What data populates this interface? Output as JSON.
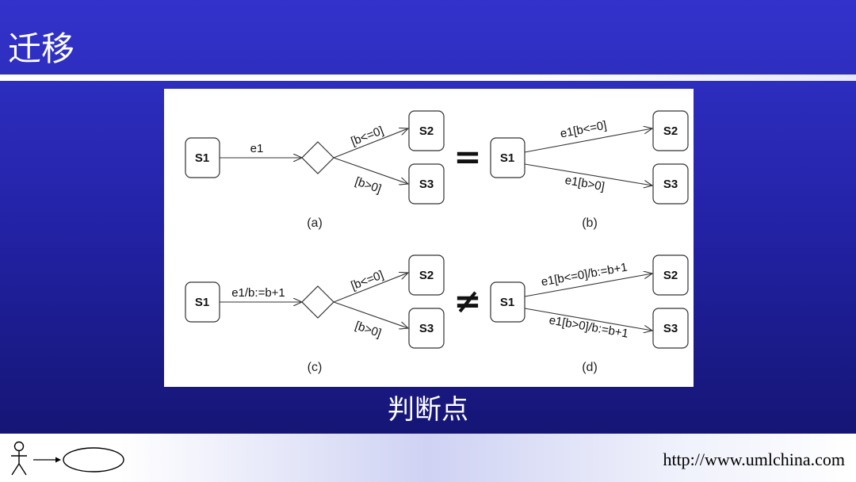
{
  "slide": {
    "title": "迁移",
    "caption": "判断点",
    "footer_url": "http://www.umlchina.com"
  },
  "diagram": {
    "states": {
      "s1": "S1",
      "s2": "S2",
      "s3": "S3"
    },
    "panels": {
      "a": {
        "label": "(a)",
        "trigger": "e1",
        "guard_upper": "[b<=0]",
        "guard_lower": "[b>0]"
      },
      "b": {
        "label": "(b)",
        "upper": "e1[b<=0]",
        "lower": "e1[b>0]"
      },
      "c": {
        "label": "(c)",
        "trigger": "e1/b:=b+1",
        "guard_upper": "[b<=0]",
        "guard_lower": "[b>0]"
      },
      "d": {
        "label": "(d)",
        "upper": "e1[b<=0]/b:=b+1",
        "lower": "e1[b>0]/b:=b+1"
      }
    },
    "relations": {
      "ab": "=",
      "cd": "≠"
    }
  },
  "colors": {
    "background": "#2a2ab8",
    "accent_line": "#ffffff",
    "text": "#ffffff"
  },
  "icons": [
    "actor-icon",
    "arrow-icon",
    "use-case-icon"
  ]
}
